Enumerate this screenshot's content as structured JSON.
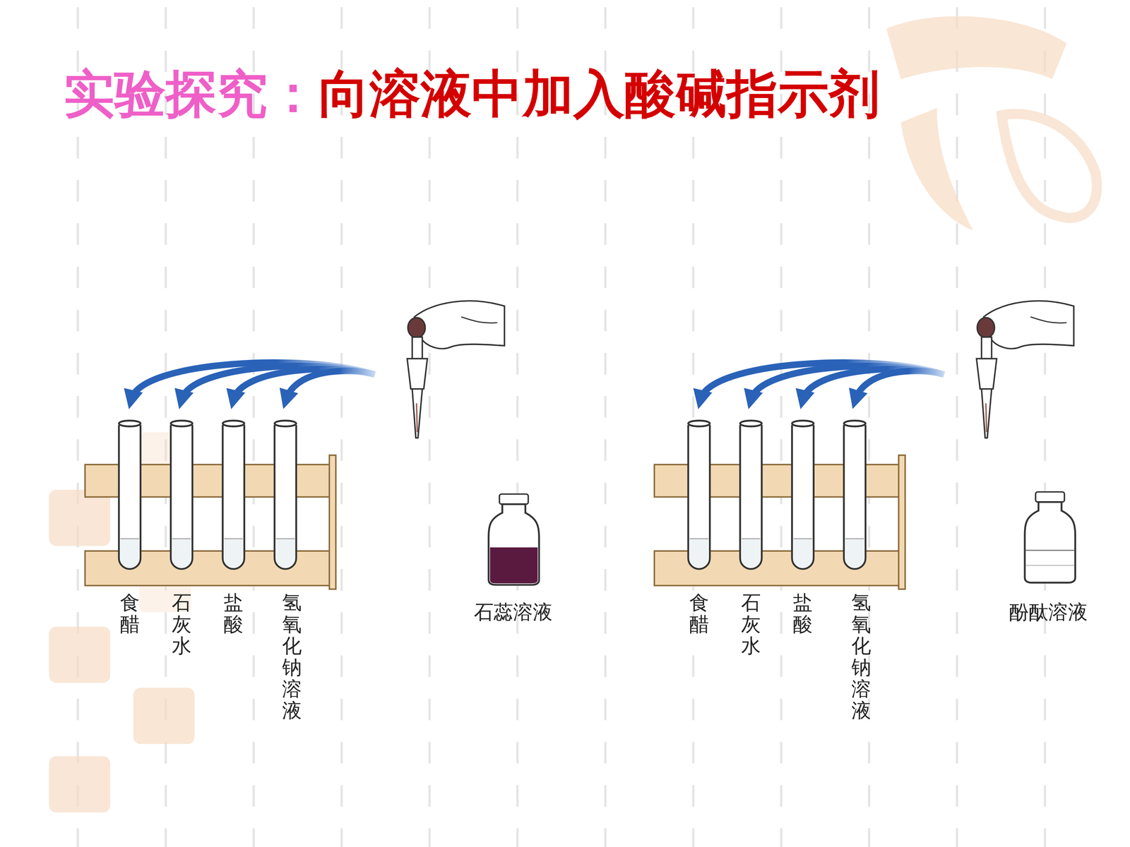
{
  "diagram": {
    "title": "实验探究：",
    "labels": [
      "向溶液中加入酸碱指示剂",
      "食醋",
      "石灰水",
      "盐酸",
      "氢氧化钠溶液",
      "石蕊溶液",
      "食醋",
      "石灰水",
      "盐酸",
      "氢氧化钠溶液",
      "酚酞溶液"
    ]
  }
}
